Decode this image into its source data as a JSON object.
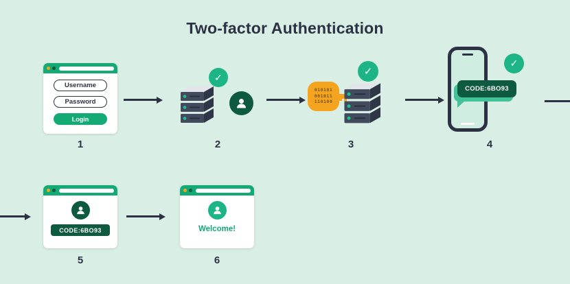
{
  "title": "Two-factor Authentication",
  "palette": {
    "background": "#d9eee4",
    "green": "#14aa76",
    "check_green": "#1db586",
    "dark_green": "#0d5a41",
    "navy": "#2c3144",
    "orange": "#f5a41f"
  },
  "icons": {
    "check": "✓"
  },
  "steps": {
    "step1": {
      "number": "1",
      "username_label": "Username",
      "password_label": "Password",
      "login_label": "Login"
    },
    "step2": {
      "number": "2"
    },
    "step3": {
      "number": "3",
      "key_binary_lines": [
        "010101",
        "001011",
        "110100"
      ]
    },
    "step4": {
      "number": "4",
      "code_label": "CODE:6BO93"
    },
    "step5": {
      "number": "5",
      "code_label": "CODE:6BO93"
    },
    "step6": {
      "number": "6",
      "welcome_label": "Welcome!"
    }
  }
}
